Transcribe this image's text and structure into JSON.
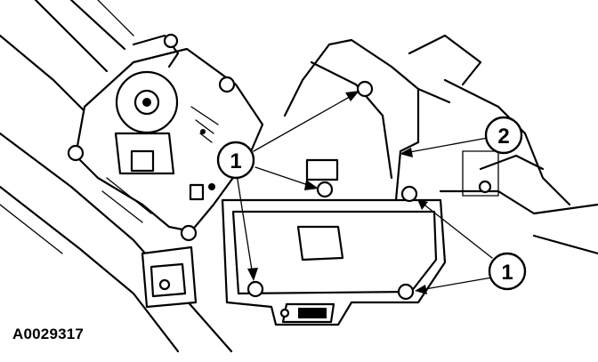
{
  "figure": {
    "id_label": "A0029317",
    "callouts": [
      {
        "key": "callout-1-top",
        "label": "1"
      },
      {
        "key": "callout-2",
        "label": "2"
      },
      {
        "key": "callout-1-bottom",
        "label": "1"
      }
    ]
  },
  "colors": {
    "ink": "#000000",
    "paper": "#ffffff"
  }
}
